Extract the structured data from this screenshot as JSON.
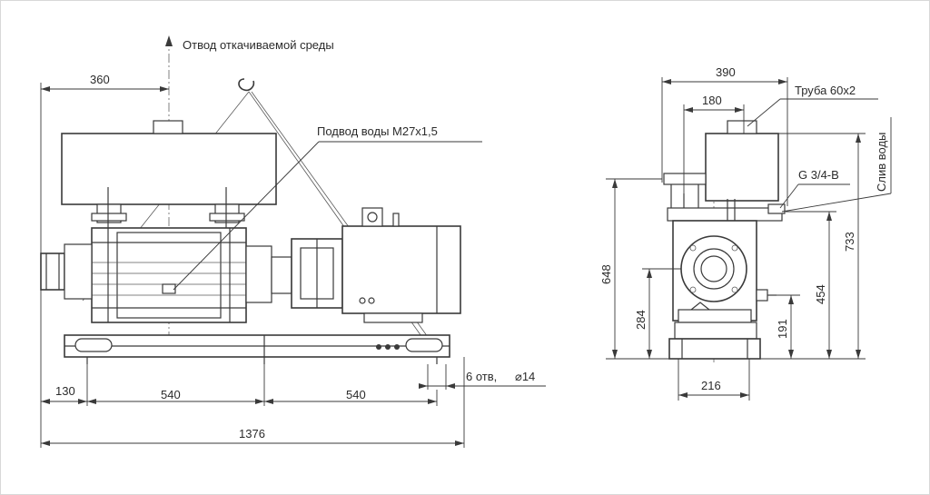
{
  "labels": {
    "discharge": "Отвод откачиваемой среды",
    "water_supply": "Подвод воды М27х1,5",
    "pipe": "Труба 60х2",
    "thread": "G 3/4-B",
    "drain": "Слив воды",
    "holes": "6 отв,",
    "hole_diameter": "⌀14"
  },
  "side_view_dimensions": {
    "d360": "360",
    "d130": "130",
    "d540a": "540",
    "d540b": "540",
    "d1376": "1376"
  },
  "end_view_dimensions": {
    "d390": "390",
    "d180": "180",
    "d648": "648",
    "d284": "284",
    "d733": "733",
    "d454": "454",
    "d191": "191",
    "d216": "216"
  },
  "colors": {
    "line": "#3a3a3a",
    "background": "#ffffff"
  }
}
